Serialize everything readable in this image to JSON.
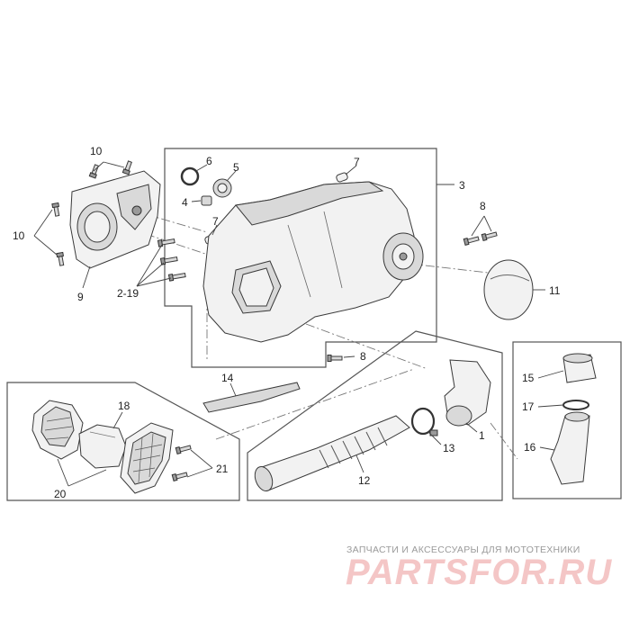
{
  "labels": {
    "l1": "1",
    "l2_19": "2-19",
    "l3": "3",
    "l4": "4",
    "l5": "5",
    "l6": "6",
    "l7a": "7",
    "l7b": "7",
    "l8a": "8",
    "l8b": "8",
    "l9": "9",
    "l10a": "10",
    "l10b": "10",
    "l11": "11",
    "l12": "12",
    "l13": "13",
    "l14": "14",
    "l15": "15",
    "l16": "16",
    "l17": "17",
    "l18": "18",
    "l20": "20",
    "l21": "21"
  },
  "watermark": {
    "tagline": "ЗАПЧАСТИ И АКСЕССУАРЫ ДЛЯ МОТОТЕХНИКИ",
    "brand": "PARTSFOR.RU"
  }
}
